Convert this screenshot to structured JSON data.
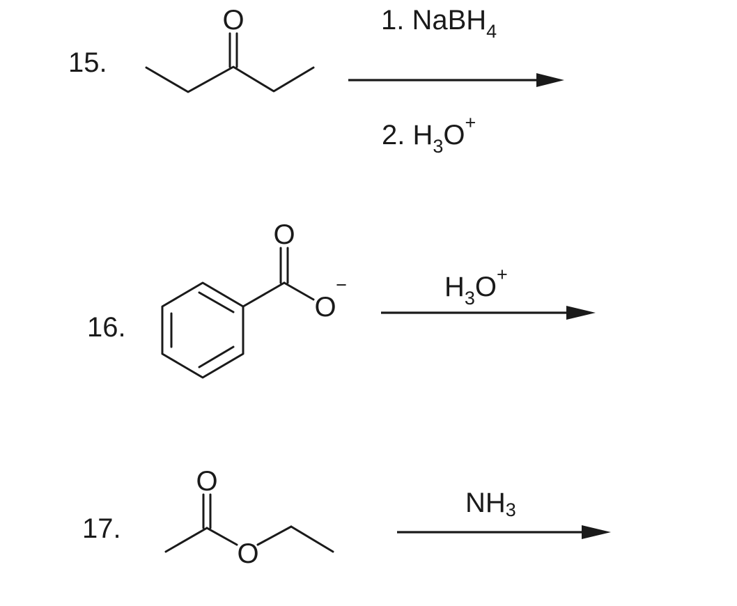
{
  "problems": [
    {
      "number": "15.",
      "atoms": {
        "carbonyl_o": "O"
      },
      "reagents": {
        "step1": {
          "prefix": "1. NaBH",
          "subscript": "4"
        },
        "step2": {
          "prefix": "2. H",
          "subscript": "3",
          "suffix": "O",
          "superscript": "+"
        }
      }
    },
    {
      "number": "16.",
      "atoms": {
        "carbonyl_o": "O",
        "anion_o": "O",
        "charge": "−"
      },
      "reagents": {
        "step1": {
          "prefix": "H",
          "subscript": "3",
          "suffix": "O",
          "superscript": "+"
        }
      }
    },
    {
      "number": "17.",
      "atoms": {
        "carbonyl_o": "O",
        "ester_o": "O"
      },
      "reagents": {
        "step1": {
          "prefix": "NH",
          "subscript": "3"
        }
      }
    }
  ]
}
